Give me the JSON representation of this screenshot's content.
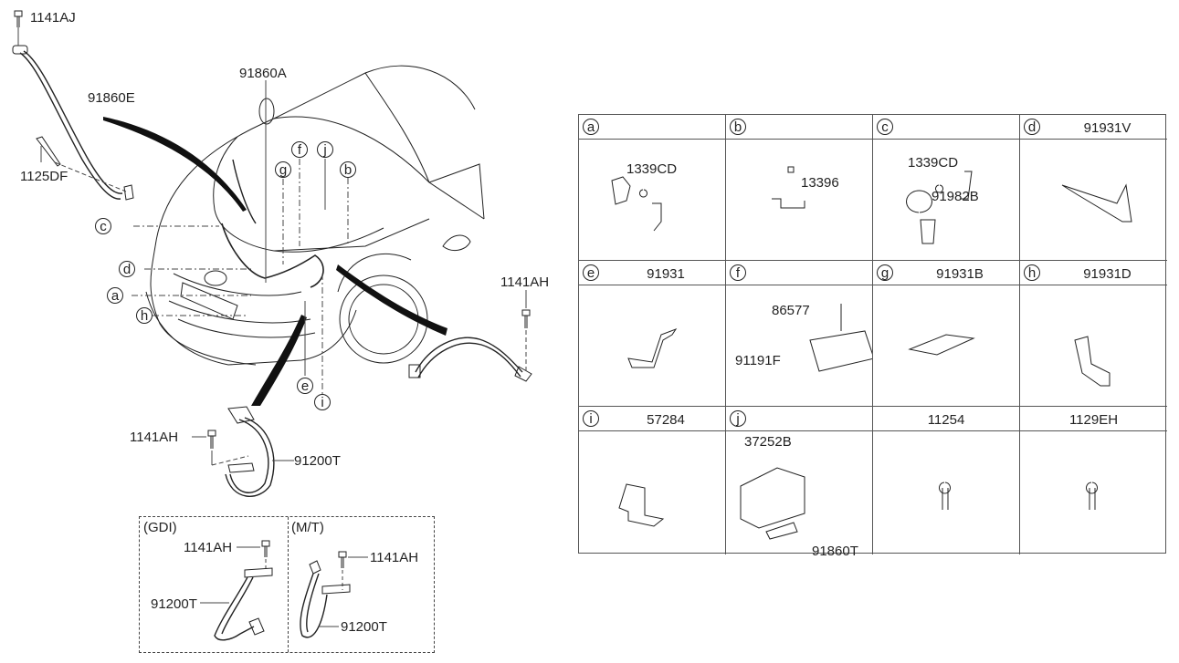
{
  "main_diagram": {
    "labels": {
      "bolt_top": "1141AJ",
      "cable_left": "91860E",
      "bolt_left": "1125DF",
      "wiring_main": "91860A",
      "bolt_right": "1141AH",
      "bolt_lower": "1141AH",
      "ground_cable": "91200T"
    },
    "callouts": [
      "a",
      "b",
      "c",
      "d",
      "e",
      "f",
      "g",
      "h",
      "i",
      "j"
    ]
  },
  "options": {
    "gdi": {
      "title": "(GDI)",
      "bolt": "1141AH",
      "cable": "91200T"
    },
    "mt": {
      "title": "(M/T)",
      "bolt": "1141AH",
      "cable": "91200T"
    }
  },
  "parts_grid": {
    "cells": [
      {
        "key": "a",
        "part": "",
        "labels": [
          "1339CD"
        ]
      },
      {
        "key": "b",
        "part": "",
        "labels": [
          "13396"
        ]
      },
      {
        "key": "c",
        "part": "",
        "labels": [
          "1339CD",
          "91982B"
        ]
      },
      {
        "key": "d",
        "part": "91931V",
        "labels": []
      },
      {
        "key": "e",
        "part": "91931",
        "labels": []
      },
      {
        "key": "f",
        "part": "",
        "labels": [
          "86577",
          "91191F"
        ]
      },
      {
        "key": "g",
        "part": "91931B",
        "labels": []
      },
      {
        "key": "h",
        "part": "91931D",
        "labels": []
      },
      {
        "key": "i",
        "part": "57284",
        "labels": []
      },
      {
        "key": "j",
        "part": "",
        "labels": [
          "37252B",
          "91860T"
        ]
      },
      {
        "key": "",
        "part": "11254",
        "labels": []
      },
      {
        "key": "",
        "part": "1129EH",
        "labels": []
      }
    ]
  }
}
